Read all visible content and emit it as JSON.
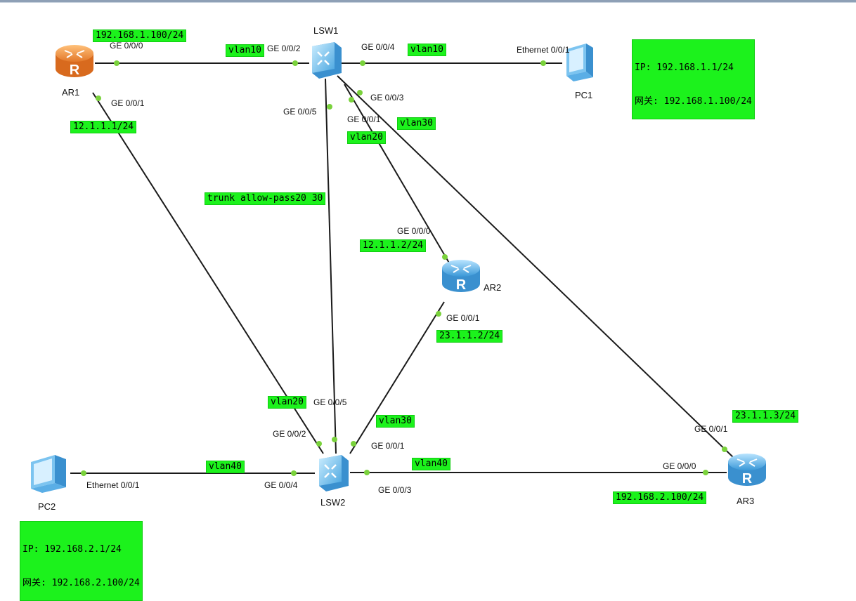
{
  "devices": {
    "ar1": {
      "name": "AR1",
      "icon": "router-icon",
      "color": "#f0953e"
    },
    "ar2": {
      "name": "AR2",
      "icon": "router-icon",
      "color": "#4aa6e0"
    },
    "ar3": {
      "name": "AR3",
      "icon": "router-icon",
      "color": "#4aa6e0"
    },
    "lsw1": {
      "name": "LSW1",
      "icon": "switch-icon",
      "color": "#4aa6e0"
    },
    "lsw2": {
      "name": "LSW2",
      "icon": "switch-icon",
      "color": "#4aa6e0"
    },
    "pc1": {
      "name": "PC1",
      "icon": "pc-icon",
      "color": "#4aa6e0"
    },
    "pc2": {
      "name": "PC2",
      "icon": "pc-icon",
      "color": "#4aa6e0"
    }
  },
  "ports": {
    "ar1_g000": "GE 0/0/0",
    "ar1_g001": "GE 0/0/1",
    "lsw1_g002": "GE 0/0/2",
    "lsw1_g004": "GE 0/0/4",
    "lsw1_g003": "GE 0/0/3",
    "lsw1_g005": "GE 0/0/5",
    "lsw1_g001": "GE 0/0/1",
    "pc1_eth": "Ethernet 0/0/1",
    "ar2_g000": "GE 0/0/0",
    "ar2_g001": "GE 0/0/1",
    "lsw2_g005": "GE 0/0/5",
    "lsw2_g002": "GE 0/0/2",
    "lsw2_g001": "GE 0/0/1",
    "lsw2_g004": "GE 0/0/4",
    "lsw2_g003": "GE 0/0/3",
    "pc2_eth": "Ethernet 0/0/1",
    "ar3_g001": "GE 0/0/1",
    "ar3_g000": "GE 0/0/0"
  },
  "tags": {
    "ar1_ip_g000": "192.168.1.100/24",
    "lsw1_vlan10_a": "vlan10",
    "lsw1_vlan10_b": "vlan10",
    "pc1_ip": "IP: 192.168.1.1/24",
    "pc1_gw": "网关: 192.168.1.100/24",
    "ar1_ip_g001": "12.1.1.1/24",
    "lsw1_vlan30": "vlan30",
    "lsw1_vlan20": "vlan20",
    "trunk": "trunk allow-pass20 30",
    "ar2_ip_g000": "12.1.1.2/24",
    "ar2_ip_g001": "23.1.1.2/24",
    "lsw2_vlan20": "vlan20",
    "lsw2_vlan30": "vlan30",
    "ar3_ip_g001": "23.1.1.3/24",
    "lsw2_vlan40_a": "vlan40",
    "lsw2_vlan40_b": "vlan40",
    "ar3_ip_g000": "192.168.2.100/24",
    "pc2_ip": "IP: 192.168.2.1/24",
    "pc2_gw": "网关: 192.168.2.100/24"
  },
  "colors": {
    "link": "#1a1a1a",
    "port_dot": "#7ad23c",
    "tag_bg": "#1cf21c"
  }
}
